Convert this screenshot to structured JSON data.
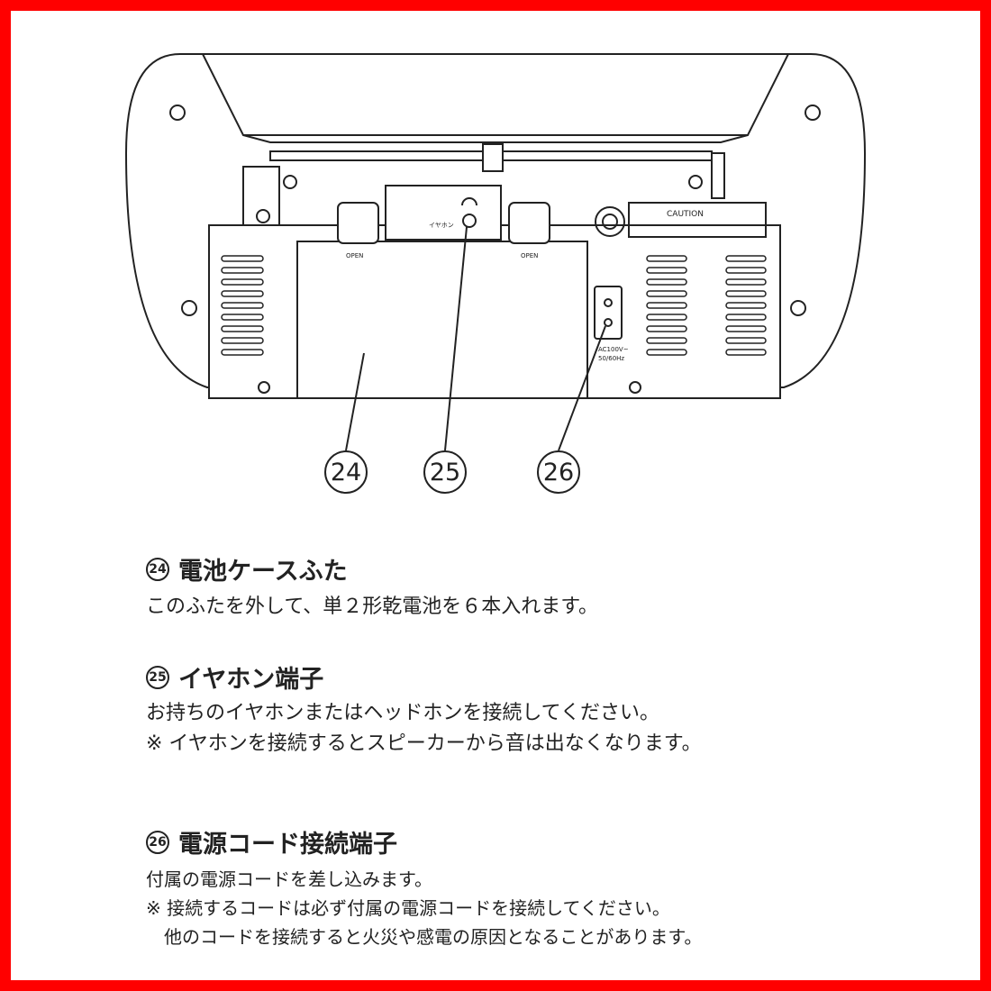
{
  "diagram": {
    "jack_label": "イヤホン",
    "open_label_left": "OPEN",
    "open_label_right": "OPEN",
    "caution_label": "CAUTION",
    "power_rating_line1": "AC100V~",
    "power_rating_line2": "50/60Hz",
    "callouts": [
      "24",
      "25",
      "26"
    ]
  },
  "sections": [
    {
      "num": "24",
      "title": "電池ケースふた",
      "lines": [
        "このふたを外して、単２形乾電池を６本入れます。"
      ]
    },
    {
      "num": "25",
      "title": "イヤホン端子",
      "lines": [
        "お持ちのイヤホンまたはヘッドホンを接続してください。",
        "※ イヤホンを接続するとスピーカーから音は出なくなります。"
      ]
    },
    {
      "num": "26",
      "title": "電源コード接続端子",
      "lines": [
        "付属の電源コードを差し込みます。",
        "※ 接続するコードは必ず付属の電源コードを接続してください。",
        "　他のコードを接続すると火災や感電の原因となることがあります。"
      ]
    }
  ],
  "colors": {
    "border": "#ff0000",
    "ink": "#222222"
  }
}
